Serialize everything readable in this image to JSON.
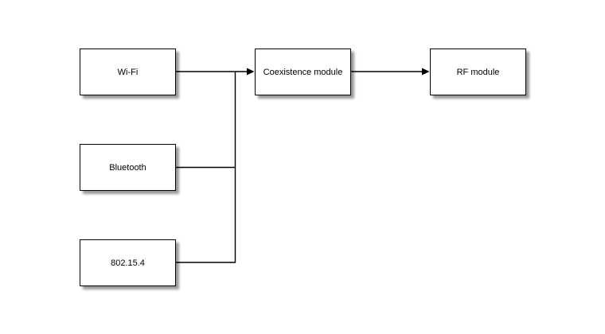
{
  "diagram": {
    "background_color": "#ffffff",
    "block_fill_color": "#ffffff",
    "block_border_color": "#000000",
    "line_color": "#000000",
    "shadow_color": "#999999",
    "nodes": [
      {
        "id": "wifi",
        "label": "Wi-Fi"
      },
      {
        "id": "bluetooth",
        "label": "Bluetooth"
      },
      {
        "id": "zigbee",
        "label": "802.15.4"
      },
      {
        "id": "coexistence",
        "label": "Coexistence module"
      },
      {
        "id": "rf",
        "label": "RF module"
      }
    ],
    "connections": [
      {
        "from": "wifi",
        "to": "coexistence",
        "arrow": true
      },
      {
        "from": "bluetooth",
        "to": "coexistence",
        "arrow": true,
        "joins": "wifi-to-coexistence line"
      },
      {
        "from": "zigbee",
        "to": "coexistence",
        "arrow": true,
        "joins": "wifi-to-coexistence line"
      },
      {
        "from": "coexistence",
        "to": "rf",
        "arrow": true
      }
    ]
  }
}
